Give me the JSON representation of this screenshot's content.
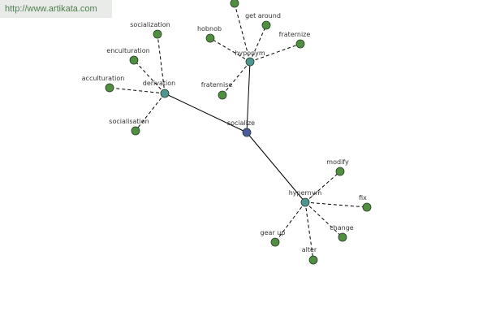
{
  "watermark": "http://www.artikata.com",
  "colors": {
    "center_node": "#4a5a9a",
    "group_node": "#4f9590",
    "leaf_node": "#4f8f3f",
    "node_stroke": "#2a3a2a",
    "edge": "#000000"
  },
  "graph": {
    "center": "socialize",
    "groups": [
      {
        "label": "derivation",
        "items": [
          "socialization",
          "enculturation",
          "acculturation",
          "socialisation"
        ]
      },
      {
        "label": "hyponym",
        "items": [
          "",
          "get around",
          "hobnob",
          "fraternize",
          "fraternise"
        ]
      },
      {
        "label": "hypernym",
        "items": [
          "modify",
          "fix",
          "change",
          "alter",
          "gear up"
        ]
      }
    ]
  }
}
